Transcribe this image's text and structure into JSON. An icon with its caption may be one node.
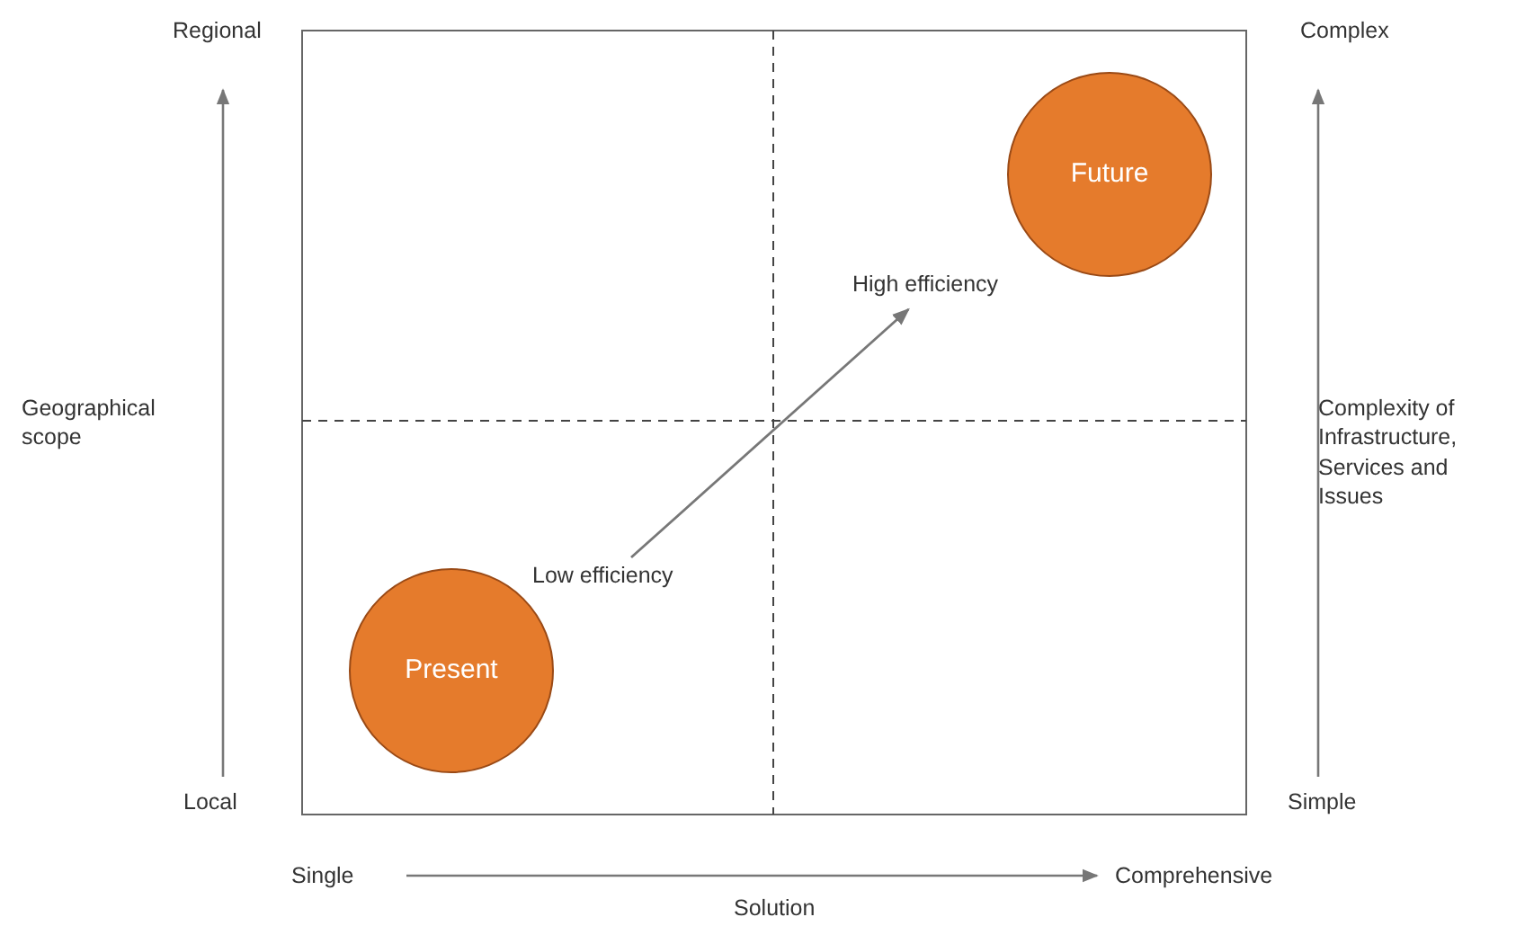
{
  "diagram": {
    "nodes": [
      {
        "text": [
          "Future"
        ]
      },
      {
        "text": [
          "High efficiency"
        ]
      },
      {
        "text": [
          "Low efficiency"
        ]
      },
      {
        "text": [
          "Present"
        ]
      }
    ],
    "edges": [
      {
        "from": 2,
        "to": 1,
        "arrow": "to"
      }
    ],
    "labels": [
      "Regional",
      "Complex",
      "Geographical scope",
      "Complexity of Infrastructure, Services and Issues",
      "Local",
      "Simple",
      "Single",
      "Comprehensive",
      "Solution"
    ]
  }
}
